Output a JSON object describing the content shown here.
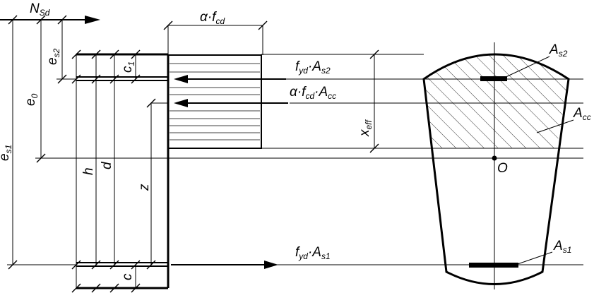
{
  "labels": {
    "n_sd_main": "N",
    "n_sd_sub": "Sd",
    "alpha_fcd_a": "α·f",
    "alpha_fcd_sub": "cd",
    "e_s2_main": "e",
    "e_s2_sub": "s2",
    "c1_main": "c",
    "c1_sub": "1",
    "e0_main": "e",
    "e0_sub": "0",
    "e_s1_main": "e",
    "e_s1_sub": "s1",
    "h": "h",
    "d": "d",
    "z": "z",
    "c": "c",
    "fyd_as2_a": "f",
    "fyd_as2_a_sub": "yd",
    "fyd_as2_b": "·A",
    "fyd_as2_b_sub": "s2",
    "afcd_acc_a": "α·f",
    "afcd_acc_a_sub": "cd",
    "afcd_acc_b": "·A",
    "afcd_acc_b_sub": "cc",
    "x_eff_main": "x",
    "x_eff_sub": "eff",
    "fyd_as1_a": "f",
    "fyd_as1_a_sub": "yd",
    "fyd_as1_b": "·A",
    "fyd_as1_b_sub": "s1",
    "as2_main": "A",
    "as2_sub": "s2",
    "acc_main": "A",
    "acc_sub": "cc",
    "o": "O",
    "as1_main": "A",
    "as1_sub": "s1"
  }
}
